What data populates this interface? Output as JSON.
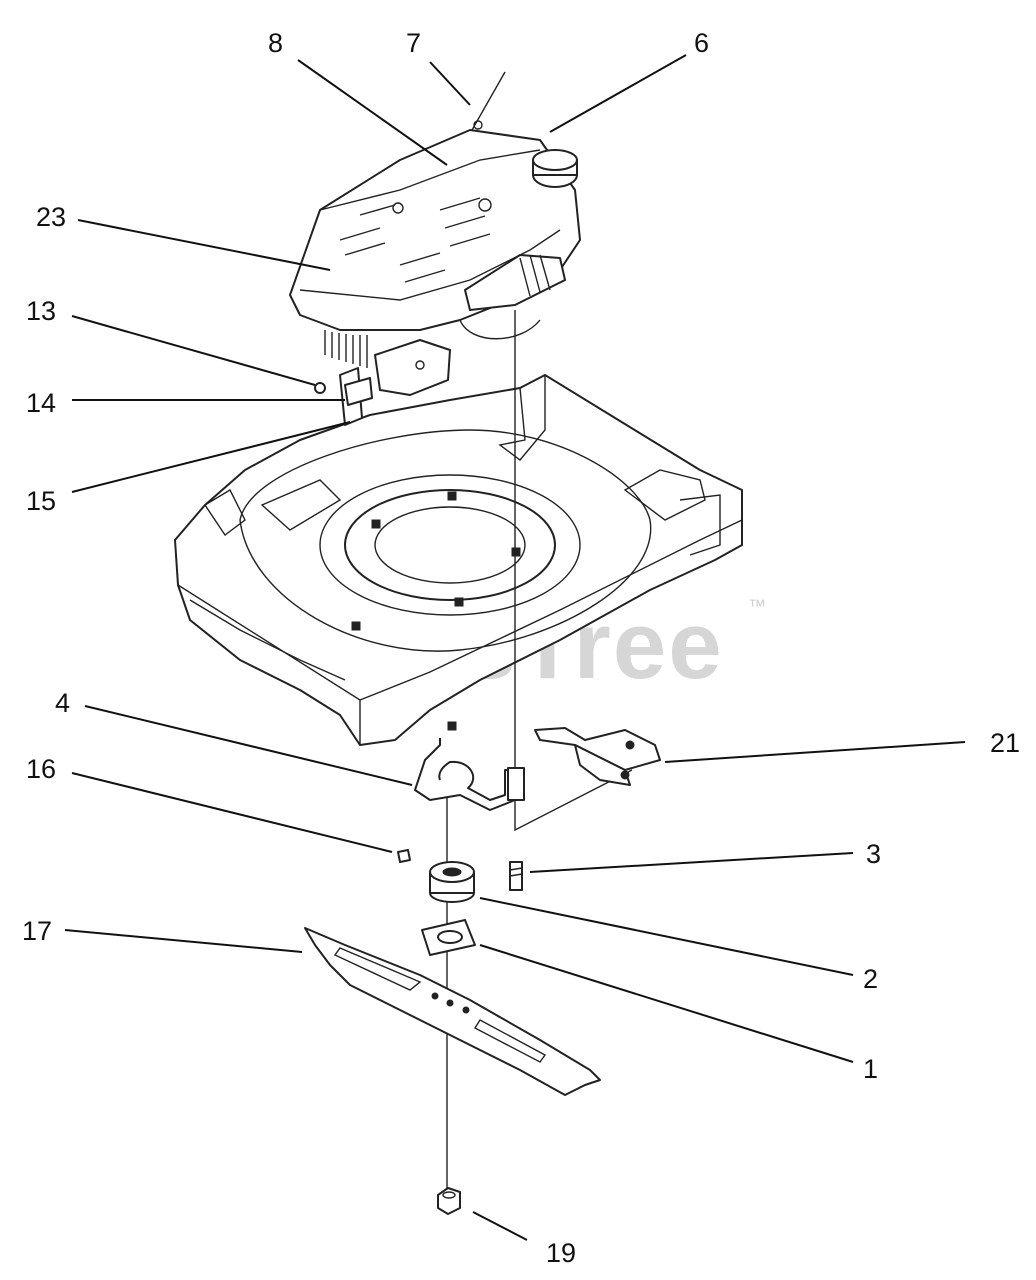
{
  "watermark": {
    "text": "PartsTree",
    "trademark": "™"
  },
  "callouts": {
    "c8": "8",
    "c7": "7",
    "c6": "6",
    "c23": "23",
    "c13": "13",
    "c14": "14",
    "c15": "15",
    "c4": "4",
    "c16": "16",
    "c21": "21",
    "c3": "3",
    "c17": "17",
    "c2": "2",
    "c1": "1",
    "c19": "19"
  }
}
